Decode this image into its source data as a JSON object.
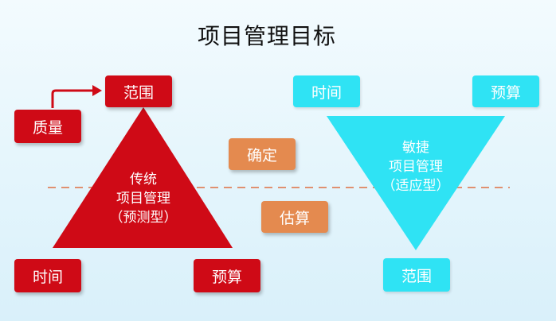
{
  "title": "项目管理目标",
  "traditional": {
    "line1": "传统",
    "line2": "项目管理",
    "line3": "（预测型）",
    "scope": "范围",
    "quality": "质量",
    "time": "时间",
    "budget": "预算"
  },
  "agile": {
    "line1": "敏捷",
    "line2": "项目管理",
    "line3": "（适应型）",
    "scope": "范围",
    "time": "时间",
    "budget": "预算"
  },
  "middle": {
    "fixed": "确定",
    "estimate": "估算"
  },
  "colors": {
    "traditional": "#cf0a16",
    "agile": "#2fe3f4",
    "middle": "#e48a4f",
    "divider": "#e09070"
  }
}
